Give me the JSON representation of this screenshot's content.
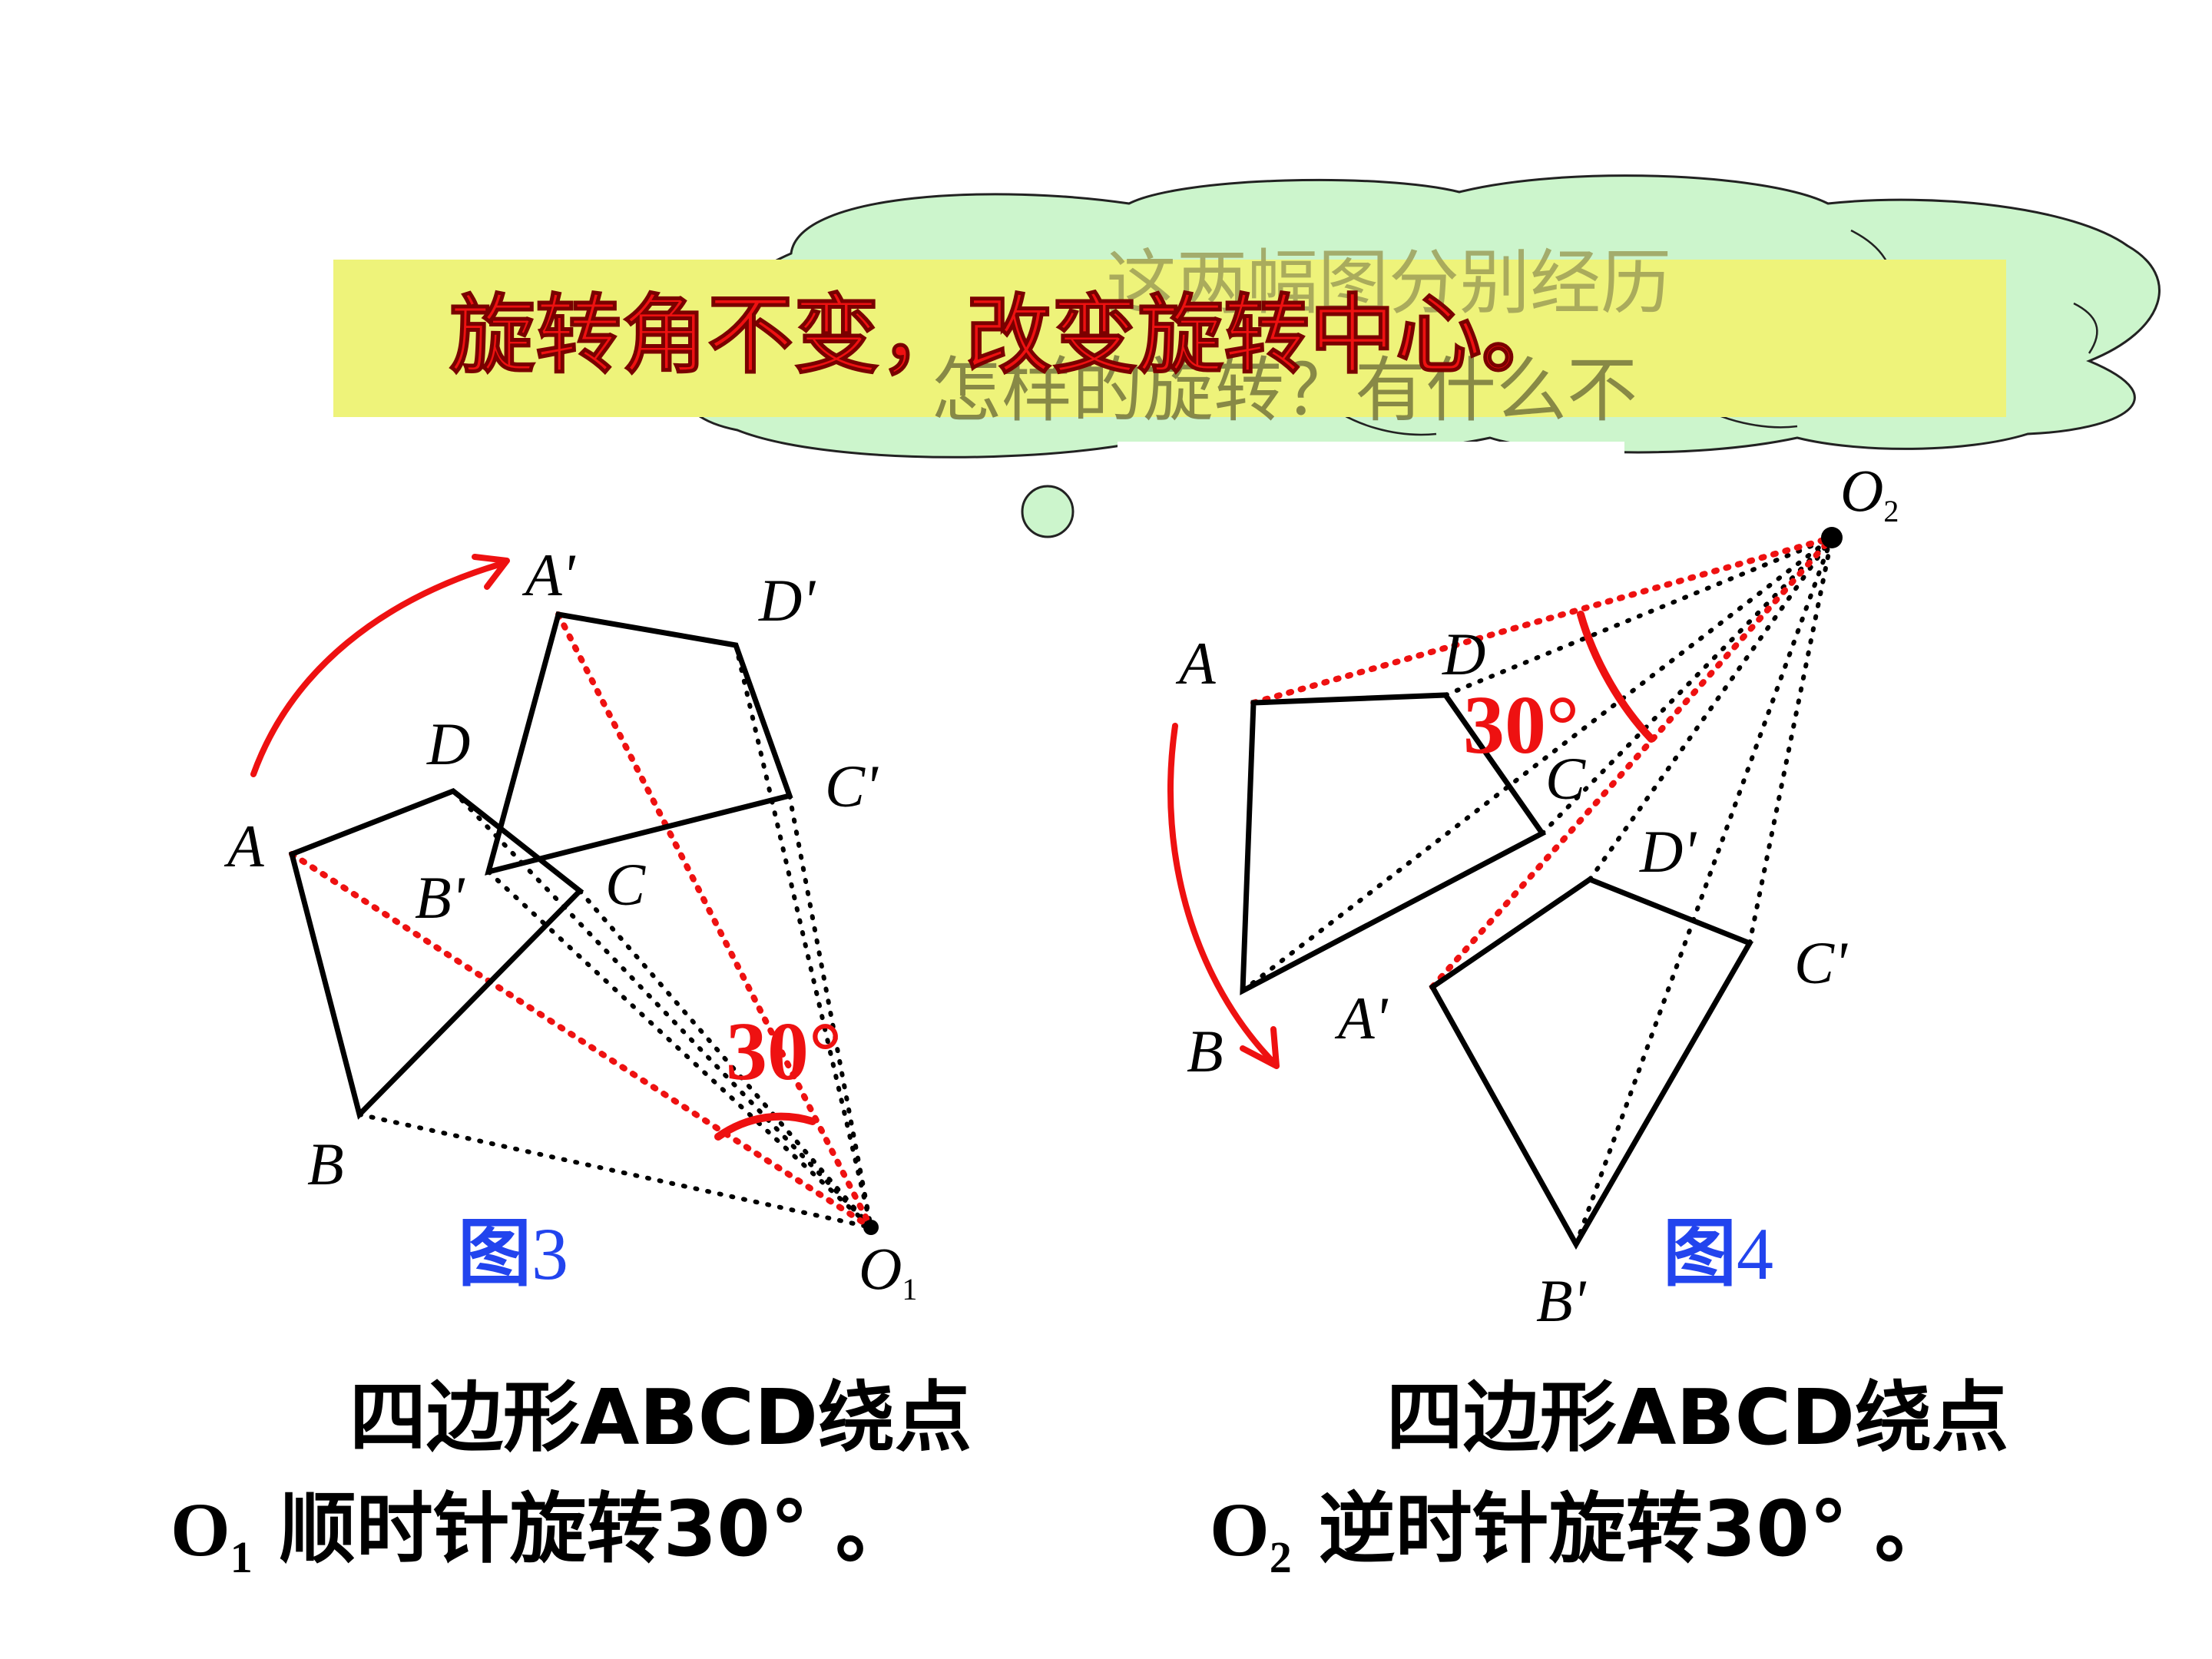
{
  "cloud": {
    "line1": "这两幅图分别经历",
    "line2": "怎样的旋转？有什么不"
  },
  "banner": {
    "text": "旋转角不变，改变旋转中心。"
  },
  "figure3": {
    "label_char": "图",
    "label_num": "3",
    "angle": "30°",
    "points": {
      "A": "A",
      "B": "B",
      "C": "C",
      "D": "D",
      "A1": "A'",
      "B1": "B'",
      "C1": "C'",
      "D1": "D'",
      "O": "O",
      "O_sub": "1"
    },
    "caption_line1": "四边形ABCD绕点",
    "caption_o": "O",
    "caption_sub": "1",
    "caption_line2": " 顺时针旋转30°  。"
  },
  "figure4": {
    "label_char": "图",
    "label_num": "4",
    "angle": "30°",
    "points": {
      "A": "A",
      "B": "B",
      "C": "C",
      "D": "D",
      "A1": "A'",
      "B1": "B'",
      "C1": "C'",
      "D1": "D'",
      "O": "O",
      "O_sub": "2"
    },
    "caption_line1": "四边形ABCD绕点",
    "caption_o": "O",
    "caption_sub": "2",
    "caption_line2": " 逆时针旋转30°  。"
  },
  "colors": {
    "cloud_fill": "#ccf5cc",
    "banner_fill": "#eef37a",
    "red": "#ee1111",
    "blue": "#2244ee",
    "black": "#000000"
  }
}
